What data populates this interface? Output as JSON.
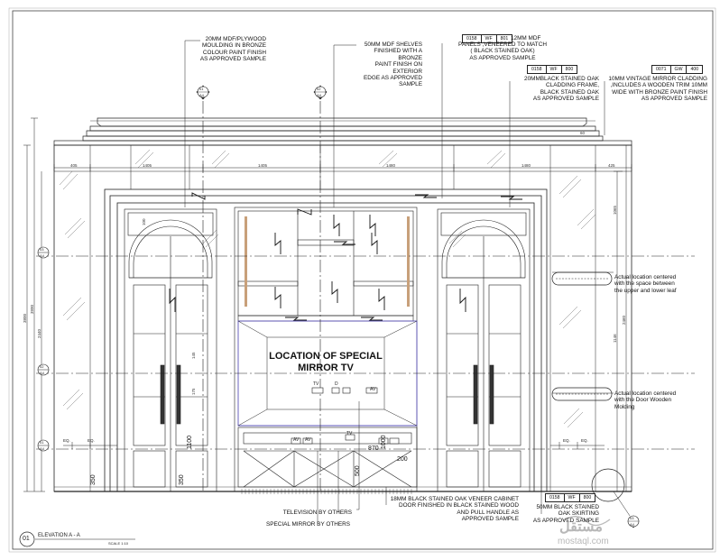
{
  "notes": {
    "moulding": "20MM MDF/PLYWOOD\nMOULDING IN BRONZE\nCOLOUR PAINT FINISH\nAS APPROVED SAMPLE",
    "shelves": "50MM MDF SHELVES\nFINISHED WITH A BRONZE\nPAINT FINISH ON EXTERIOR\nEDGE AS APPROVED\nSAMPLE",
    "panels_head": "12MM MDF",
    "panels": "PANELS ,VENEERED TO MATCH\n( BLACK STAINED OAK)\nAS APPROVED SAMPLE",
    "cladding_frame": "20MMBLACK STAINED OAK\nCLADDING FRAME,\nBLACK STAINED OAK\nAS APPROVED SAMPLE",
    "mirror_cladding": "10MM VINTAGE MIRROR CLADDING\n,INCLUDES A WOODEN TRIM 10MM\nWIDE WITH BRONZE PAINT FINISH\nAS APPROVED SAMPLE",
    "location_upper": "Actual location centered\nwith the space between\nthe upper and lower leaf",
    "location_door": "Actual location centered\nwith the Door Wooden\nMolding",
    "cabinet_door": "18MM BLACK STAINED OAK VENEER CABINET\nDOOR FINISHED IN BLACK STAINED WOOD\nAND PULL HANDLE AS\nAPPROVED SAMPLE",
    "skirting": "50MM BLACK STAINED\nOAK SKIRTING\nAS APPROVED SAMPLE",
    "television": "TELEVISION BY OTHERS",
    "special_mirror": "SPECIAL MIRROR BY OTHERS",
    "location_title": "LOCATION  OF\nSPECIAL MIRROR TV"
  },
  "tags": {
    "panels": [
      "0158",
      "WF",
      "801"
    ],
    "cladding": [
      "0158",
      "WF",
      "800"
    ],
    "mirror": [
      "0071",
      "GW",
      "400"
    ],
    "skirting": [
      "0158",
      "WF",
      "800"
    ]
  },
  "section_markers": {
    "a_num": "01",
    "a_ref": "A4",
    "b_num": "02",
    "b_ref": "A4",
    "c_num": "03",
    "c_ref": "A4"
  },
  "level_markers": [
    "03",
    "02",
    "01"
  ],
  "level_suffix": "A4",
  "dimensions_top": [
    "405",
    "1405",
    "1405",
    "1480",
    "1480",
    "425"
  ],
  "dimensions_left": [
    "3800",
    "3990",
    "2440"
  ],
  "dimensions_right": [
    "1065",
    "2460",
    "1146"
  ],
  "dimensions_small": {
    "d_350a": "350",
    "d_350b": "350",
    "d_500": "500",
    "d_870": "870",
    "d_200": "200",
    "d_1100": "1100",
    "d_1000": "1000",
    "d_60": "60",
    "d_145": "145",
    "d_175": "175",
    "d_100": "100"
  },
  "socket_labels": {
    "tv": "TV",
    "d": "D",
    "av": "AV",
    "av2": "AV",
    "av3": "AV",
    "tv2": "TV",
    "eq1": "EQ.",
    "eq2": "EQ.",
    "eq3": "EQ.",
    "eq4": "EQ."
  },
  "footer": {
    "number": "01",
    "title": "ELEVATION  A - A",
    "scale": "SCALE 1:10"
  },
  "watermark": {
    "arabic": "مستقل",
    "latin": "mostaql.com"
  },
  "colors": {
    "line": "#222222",
    "purple": "#5b53b8",
    "bronze": "#c8a07a"
  }
}
